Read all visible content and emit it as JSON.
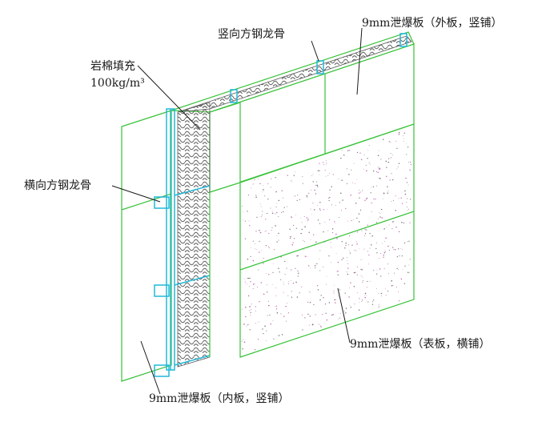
{
  "labels": {
    "vertical_steel_keel": "竖向方钢龙骨",
    "outer_board": "9mm泄爆板（外板，竖铺）",
    "rock_wool_line1": "岩棉填充",
    "rock_wool_line2": "100kg/m³",
    "horizontal_steel_keel": "横向方钢龙骨",
    "surface_board": "9mm泄爆板（表板，横铺）",
    "inner_board": "9mm泄爆板（内板，竖铺）"
  },
  "colors": {
    "panel_line": "#39c239",
    "steel_keel": "#22b8d8",
    "insulation_pattern": "#5a5a5a",
    "speckle": "#c06ab0",
    "label_text": "#1a1a1a"
  }
}
